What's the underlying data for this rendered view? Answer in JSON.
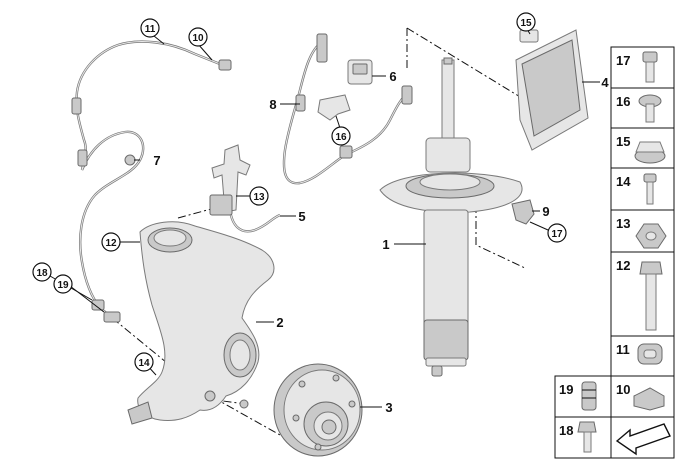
{
  "callouts": {
    "shock_absorber": "1",
    "steering_knuckle": "2",
    "wheel_hub": "3",
    "control_unit": "4",
    "wiring_bracket": "5",
    "sensor_module": "6",
    "wire_holder": "7",
    "sensor_lead": "8",
    "clip": "9",
    "wheel_speed_sensor_lead": "10",
    "wheel_speed_sensor_harness": "11",
    "bolt_knuckle": "12",
    "nut_bracket": "13",
    "screw_knuckle": "14",
    "nut_module": "15",
    "screw_bracket": "16",
    "screw_clip": "17",
    "screw_sensor": "18",
    "sleeve": "19"
  },
  "legend": {
    "items": [
      {
        "label": "17",
        "icon": "hex-socket-bolt-icon"
      },
      {
        "label": "16",
        "icon": "torx-screw-icon"
      },
      {
        "label": "15",
        "icon": "flange-nut-icon"
      },
      {
        "label": "14",
        "icon": "bolt-icon"
      },
      {
        "label": "13",
        "icon": "hex-nut-icon"
      },
      {
        "label": "12",
        "icon": "long-hex-bolt-icon"
      },
      {
        "label": "11",
        "icon": "cable-holder-icon"
      },
      {
        "label": "19",
        "icon": "sleeve-icon"
      },
      {
        "label": "10",
        "icon": "bracket-clip-icon"
      },
      {
        "label": "18",
        "icon": "collar-screw-icon"
      }
    ]
  }
}
